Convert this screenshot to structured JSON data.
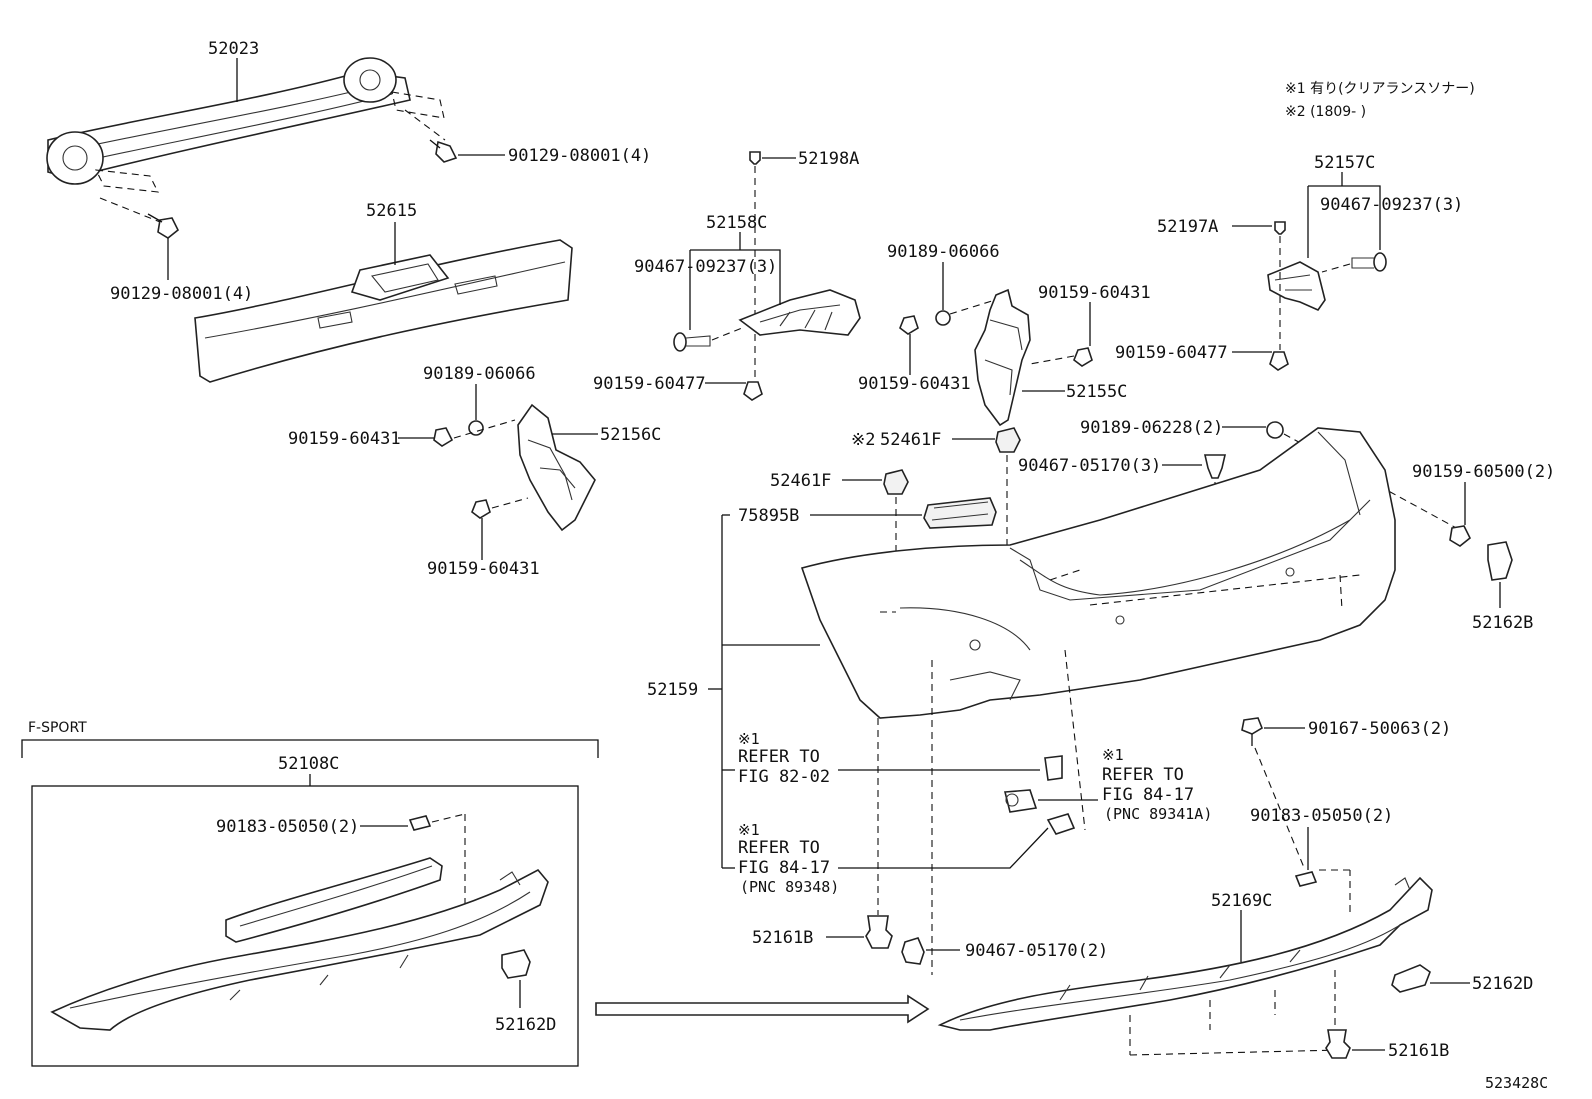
{
  "notes": {
    "line1": "※1 有り(クリアランスソナー)",
    "line2": "※2 (1809-        )"
  },
  "labels": {
    "p52023": "52023",
    "p90129_a": "90129-08001(4)",
    "p90129_b": "90129-08001(4)",
    "p52615": "52615",
    "p90189_a": "90189-06066",
    "p90159_a": "90159-60431",
    "p52156C": "52156C",
    "p90159_b": "90159-60431",
    "p52198A": "52198A",
    "p52158C": "52158C",
    "p90467_a": "90467-09237(3)",
    "p90159_c": "90159-60477",
    "p90189_b": "90189-06066",
    "p90159_d": "90159-60431",
    "p90159_e": "90159-60431",
    "p52155C": "52155C",
    "p52157C": "52157C",
    "p52197A": "52197A",
    "p90467_b": "90467-09237(3)",
    "p90159_f": "90159-60477",
    "p90189_c": "90189-06228(2)",
    "p52461F_a": "52461F",
    "p52461F_b": "52461F",
    "p90467_c": "90467-05170(3)",
    "p90159_g": "90159-60500(2)",
    "p52162B": "52162B",
    "p75895B": "75895B",
    "p52159": "52159",
    "ref1_mark": "※1",
    "ref1_line1": "REFER TO",
    "ref1_line2": "FIG 82-02",
    "ref2_mark": "※1",
    "ref2_line1": "REFER TO",
    "ref2_line2": "FIG 84-17",
    "ref2_line3": "(PNC 89348)",
    "ref3_mark": "※1",
    "ref3_line1": "REFER TO",
    "ref3_line2": "FIG 84-17",
    "ref3_line3": "(PNC 89341A)",
    "p90167": "90167-50063(2)",
    "p90183_a": "90183-05050(2)",
    "p52169C": "52169C",
    "p52161B_a": "52161B",
    "p90467_d": "90467-05170(2)",
    "p52162D_a": "52162D",
    "p52161B_b": "52161B",
    "fsport": "F-SPORT",
    "p52108C": "52108C",
    "p90183_b": "90183-05050(2)",
    "p52162D_b": "52162D",
    "mark2": "※2"
  },
  "figure_id": "523428C"
}
